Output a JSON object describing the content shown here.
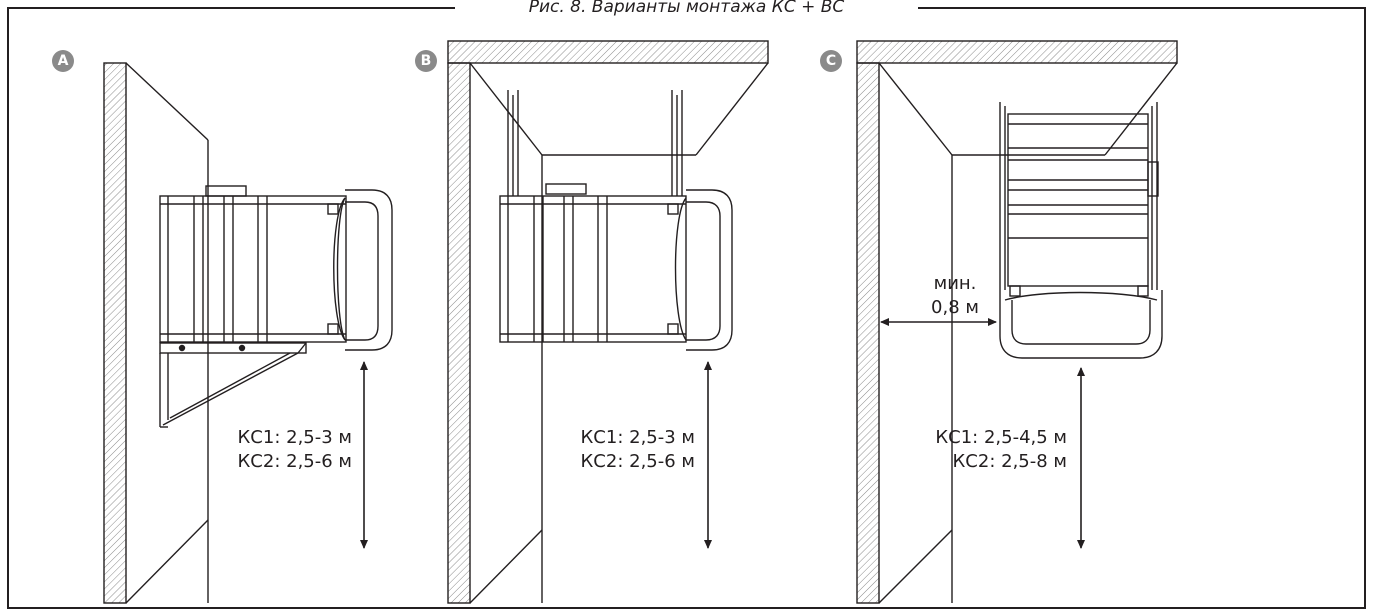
{
  "figure": {
    "caption": "Рис. 8. Варианты монтажа КС + ВС"
  },
  "panels": [
    {
      "id": "A",
      "badge": "A",
      "lines": [
        "КС1: 2,5-3 м",
        "КС2: 2,5-6 м"
      ]
    },
    {
      "id": "B",
      "badge": "B",
      "lines": [
        "КС1: 2,5-3 м",
        "КС2: 2,5-6 м"
      ]
    },
    {
      "id": "C",
      "badge": "C",
      "lines": [
        "КС1: 2,5-4,5 м",
        "КС2: 2,5-8 м"
      ],
      "clearance": [
        "мин.",
        "0,8 м"
      ]
    }
  ],
  "colors": {
    "line": "#231f20",
    "badge": "#8a8a8a"
  }
}
